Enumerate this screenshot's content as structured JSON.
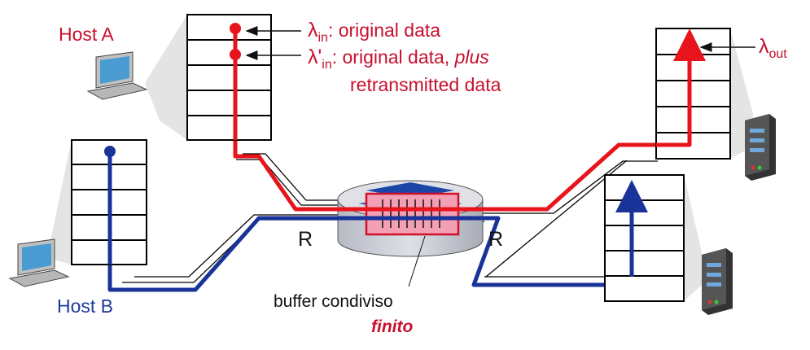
{
  "labels": {
    "host_a": "Host A",
    "host_b": "Host B",
    "lambda_symbol": "λ",
    "lambda_in_sub": "in",
    "lambda_in_desc": ": original data",
    "lambda_prime_symbol": "λ'",
    "lambda_prime_sub": "in",
    "lambda_prime_desc": ": original data, ",
    "lambda_prime_plus": "plus",
    "retransmitted": "retransmitted data",
    "lambda_out_sub": "out",
    "router_left_rate": "R",
    "router_right_rate": "R",
    "buffer_line1": "buffer condiviso",
    "buffer_line2": "finito"
  },
  "colors": {
    "host_a_flow": "#e8141c",
    "host_b_flow": "#1a3399",
    "host_a_label": "#c8102e",
    "host_b_label": "#1c3a9c",
    "buffer_fill": "#f4a0b4",
    "buffer_stroke": "#d0102a",
    "router_body": "#c9ccd4"
  },
  "icons": [
    "laptop-icon",
    "server-icon",
    "router-icon"
  ]
}
